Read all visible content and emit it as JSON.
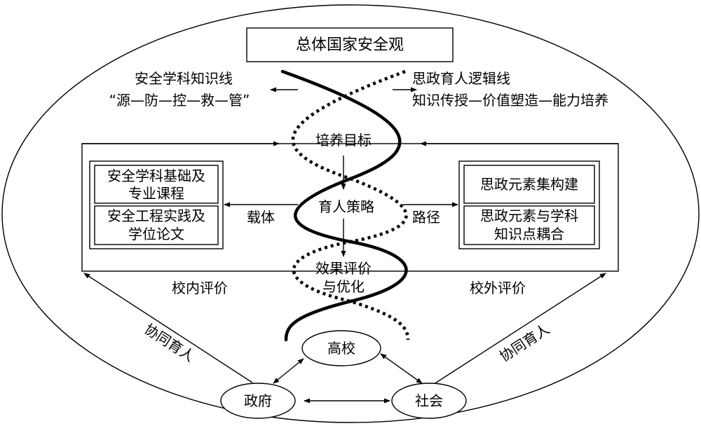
{
  "colors": {
    "stroke": "#000000",
    "background": "#ffffff"
  },
  "top_title": "总体国家安全观",
  "left_line": {
    "title": "安全学科知识线",
    "detail": "“源—防—控—救—管”"
  },
  "right_line": {
    "title": "思政育人逻辑线",
    "detail": "知识传授—价值塑造—能力培养"
  },
  "center": {
    "goal": "培养目标",
    "strategy": "育人策略",
    "evaluation_line1": "效果评价",
    "evaluation_line2": "与优化"
  },
  "left_panel": {
    "label": "载体",
    "box1": [
      "安全学科基础及",
      "专业课程"
    ],
    "box2": [
      "安全工程实践及",
      "学位论文"
    ]
  },
  "right_panel": {
    "label": "路径",
    "box1": [
      "思政元素集构建"
    ],
    "box2": [
      "思政元素与学科",
      "知识点耦合"
    ]
  },
  "eval_left": "校内评价",
  "eval_right": "校外评价",
  "collab_left": "协同育人",
  "collab_right": "协同育人",
  "nodes": {
    "school": "高校",
    "government": "政府",
    "society": "社会"
  }
}
